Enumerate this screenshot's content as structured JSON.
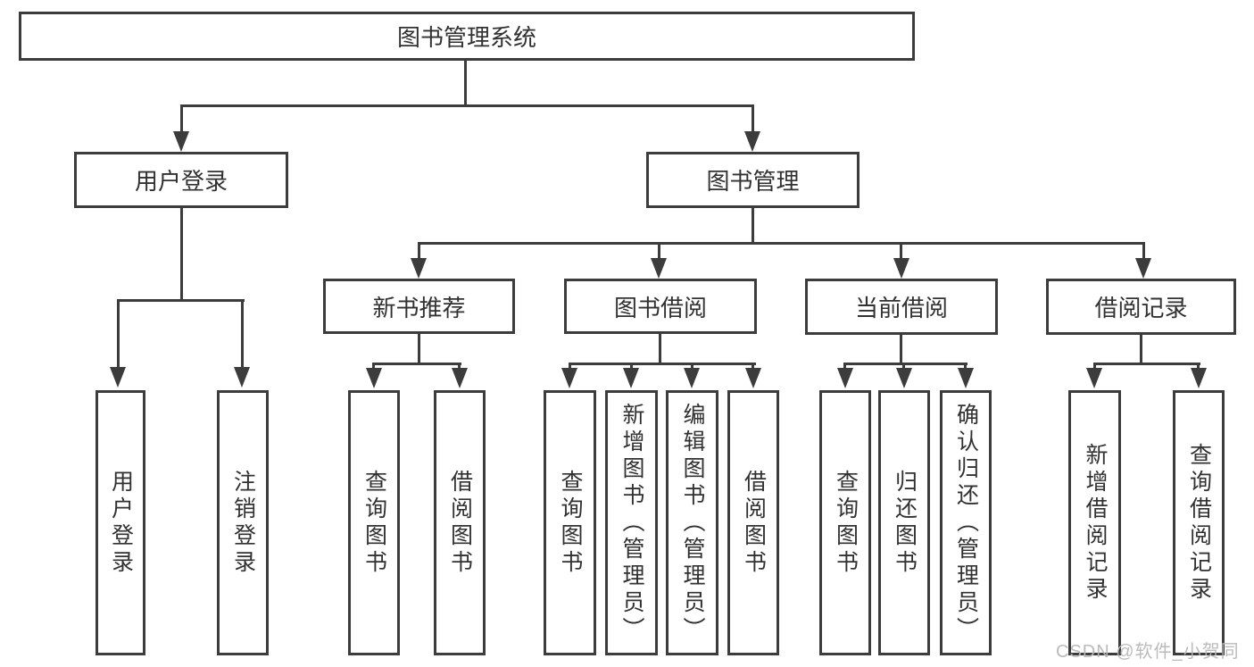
{
  "tree": {
    "label": "图书管理系统",
    "children": [
      {
        "label": "用户登录",
        "children": [
          {
            "label": "用户登录"
          },
          {
            "label": "注销登录"
          }
        ]
      },
      {
        "label": "图书管理",
        "children": [
          {
            "label": "新书推荐",
            "children": [
              {
                "label": "查询图书"
              },
              {
                "label": "借阅图书"
              }
            ]
          },
          {
            "label": "图书借阅",
            "children": [
              {
                "label": "查询图书"
              },
              {
                "label": "新增图书（管理员）"
              },
              {
                "label": "编辑图书（管理员）"
              },
              {
                "label": "借阅图书"
              }
            ]
          },
          {
            "label": "当前借阅",
            "children": [
              {
                "label": "查询图书"
              },
              {
                "label": "归还图书"
              },
              {
                "label": "确认归还（管理员）"
              }
            ]
          },
          {
            "label": "借阅记录",
            "children": [
              {
                "label": "新增借阅记录"
              },
              {
                "label": "查询借阅记录"
              }
            ]
          }
        ]
      }
    ]
  },
  "watermark": "CSDN @软件_小贺同学",
  "colors": {
    "line": "#3c3c3c",
    "text": "#313131",
    "watermark": "#b7b7b7"
  }
}
